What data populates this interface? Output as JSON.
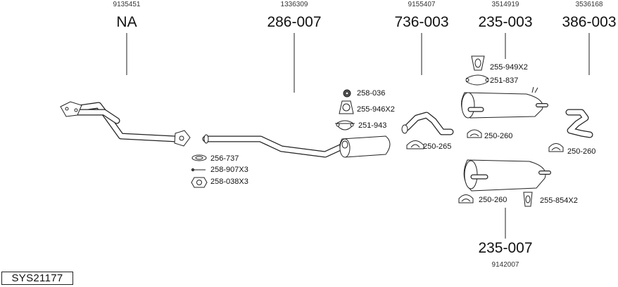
{
  "diagram_code": "SYS21177",
  "columns": [
    {
      "ref": "9135451",
      "code": "NA"
    },
    {
      "ref": "1336309",
      "code": "286-007"
    },
    {
      "ref": "9155407",
      "code": "736-003"
    },
    {
      "ref": "3514919",
      "code": "235-003"
    },
    {
      "ref": "3536168",
      "code": "386-003"
    }
  ],
  "bottom_part": {
    "code": "235-007",
    "ref": "9142007"
  },
  "small_parts": [
    {
      "label": "256-737"
    },
    {
      "label": "258-907X3"
    },
    {
      "label": "258-038X3"
    },
    {
      "label": "258-036"
    },
    {
      "label": "255-946X2"
    },
    {
      "label": "251-943"
    },
    {
      "label": "250-265"
    },
    {
      "label": "255-949X2"
    },
    {
      "label": "251-837"
    },
    {
      "label": "250-260"
    },
    {
      "label": "250-260"
    },
    {
      "label": "250-260"
    },
    {
      "label": "255-854X2"
    }
  ]
}
